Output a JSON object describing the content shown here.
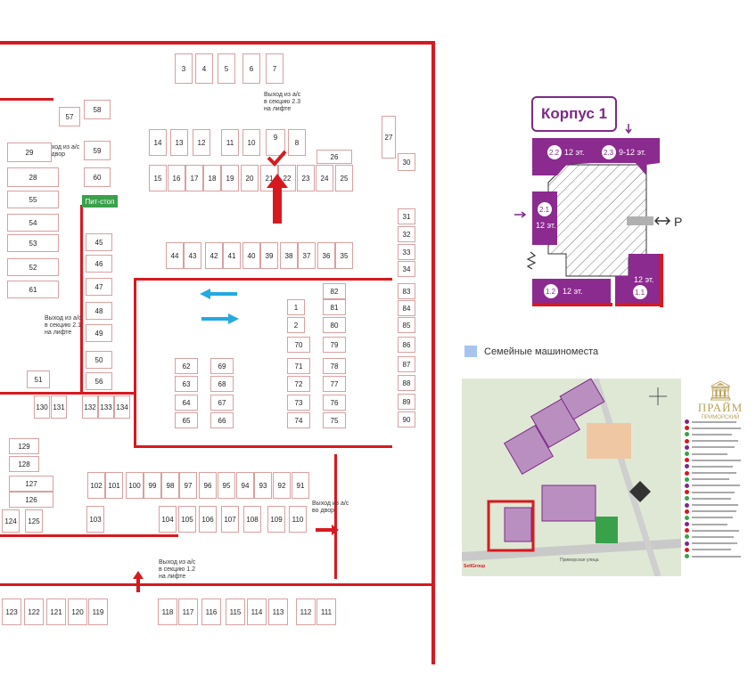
{
  "spots": {
    "s3": "3",
    "s4": "4",
    "s5": "5",
    "s6": "6",
    "s7": "7",
    "s8": "8",
    "s9": "9",
    "s10": "10",
    "s11": "11",
    "s12": "12",
    "s13": "13",
    "s14": "14",
    "s15": "15",
    "s16": "16",
    "s17": "17",
    "s18": "18",
    "s19": "19",
    "s20": "20",
    "s21": "21",
    "s22": "22",
    "s23": "23",
    "s24": "24",
    "s25": "25",
    "s26": "26",
    "s27": "27",
    "s28": "28",
    "s29": "29",
    "s30": "30",
    "s31": "31",
    "s32": "32",
    "s33": "33",
    "s34": "34",
    "s35": "35",
    "s36": "36",
    "s37": "37",
    "s38": "38",
    "s39": "39",
    "s40": "40",
    "s41": "41",
    "s42": "42",
    "s43": "43",
    "s44": "44",
    "s45": "45",
    "s46": "46",
    "s47": "47",
    "s48": "48",
    "s49": "49",
    "s50": "50",
    "s51": "51",
    "s52": "52",
    "s53": "53",
    "s54": "54",
    "s55": "55",
    "s56": "56",
    "s57": "57",
    "s58": "58",
    "s59": "59",
    "s60": "60",
    "s61": "61",
    "s62": "62",
    "s63": "63",
    "s64": "64",
    "s65": "65",
    "s66": "66",
    "s67": "67",
    "s68": "68",
    "s69": "69",
    "s70": "70",
    "s71": "71",
    "s72": "72",
    "s73": "73",
    "s74": "74",
    "s75": "75",
    "s76": "76",
    "s77": "77",
    "s78": "78",
    "s79": "79",
    "s80": "80",
    "s81": "81",
    "s82": "82",
    "s83": "83",
    "s84": "84",
    "s85": "85",
    "s86": "86",
    "s87": "87",
    "s88": "88",
    "s89": "89",
    "s90": "90",
    "s91": "91",
    "s92": "92",
    "s93": "93",
    "s94": "94",
    "s95": "95",
    "s96": "96",
    "s97": "97",
    "s98": "98",
    "s99": "99",
    "s100": "100",
    "s101": "101",
    "s102": "102",
    "s103": "103",
    "s104": "104",
    "s105": "105",
    "s106": "106",
    "s107": "107",
    "s108": "108",
    "s109": "109",
    "s110": "110",
    "s111": "111",
    "s112": "112",
    "s113": "113",
    "s114": "114",
    "s115": "115",
    "s116": "116",
    "s117": "117",
    "s118": "118",
    "s119": "119",
    "s120": "120",
    "s121": "121",
    "s122": "122",
    "s123": "123",
    "s124": "124",
    "s125": "125",
    "s126": "126",
    "s127": "127",
    "s128": "128",
    "s129": "129",
    "s130": "130",
    "s131": "131",
    "s132": "132",
    "s133": "133",
    "s134": "134",
    "s1": "1",
    "s2": "2"
  },
  "notes": {
    "exit_23": [
      "Выход из а/с",
      "в секцию 2.3",
      "на лифте"
    ],
    "exit_yard_top": [
      "Выход из а/с",
      "во двор"
    ],
    "exit_21": [
      "Выход из а/с",
      "в секцию 2.1",
      "на лифте"
    ],
    "exit_yard_bottom": [
      "Выход из а/с",
      "во двор"
    ],
    "exit_12": [
      "Выход из а/с",
      "в секцию 1.2",
      "на лифте"
    ],
    "pitstop": "Пит-стоп"
  },
  "korpus": {
    "title": "Корпус 1",
    "sections": {
      "s22": {
        "num": "2.2",
        "floors": "12 эт."
      },
      "s23": {
        "num": "2.3",
        "floors": "9-12 эт."
      },
      "s21": {
        "num": "2.1",
        "floors": "12 эт."
      },
      "s12": {
        "num": "1.2",
        "floors": "12 эт."
      },
      "s11": {
        "num": "1.1",
        "floors": "12 эт."
      }
    },
    "parking_label": "P"
  },
  "family_legend": "Семейные машиноместа",
  "logo": {
    "name": "ПРАЙМ",
    "sub": "ПРИМОРСКИЙ"
  },
  "siteplan": {
    "street": "Приморская улица",
    "developer": "SetlGroup"
  },
  "colors": {
    "wall": "#d7191f",
    "purple": "#8b2a8f",
    "family": "#a8c4ee",
    "arrow_blue": "#24a9e1",
    "pitstop": "#3aa14b"
  }
}
